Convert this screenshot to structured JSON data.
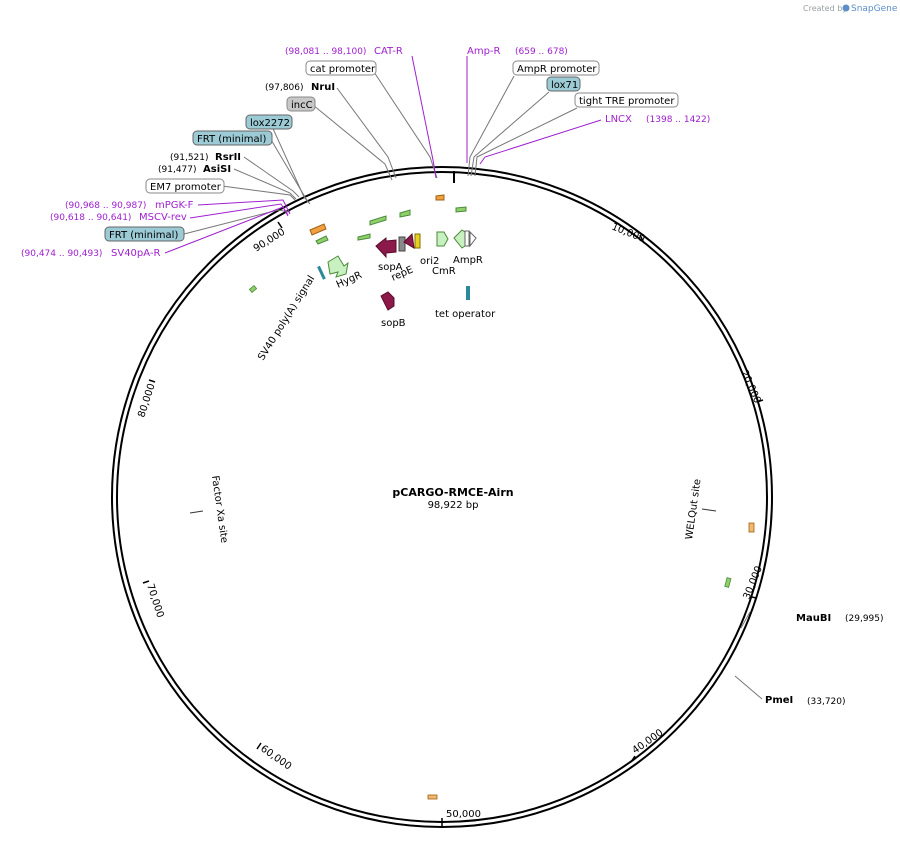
{
  "credit": {
    "prefix": "Created by",
    "brand": "SnapGene"
  },
  "plasmid": {
    "name": "pCARGO-RMCE-Airn",
    "length_label": "98,922 bp"
  },
  "ticks": [
    "10,000",
    "20,000",
    "30,000",
    "40,000",
    "50,000",
    "60,000",
    "70,000",
    "80,000",
    "90,000"
  ],
  "enzymes": [
    {
      "name": "NruI",
      "pos": "(97,806)"
    },
    {
      "name": "RsrII",
      "pos": "(91,521)"
    },
    {
      "name": "AsiSI",
      "pos": "(91,477)"
    },
    {
      "name": "MauBI",
      "pos": "(29,995)"
    },
    {
      "name": "PmeI",
      "pos": "(33,720)"
    }
  ],
  "primers": [
    {
      "name": "CAT-R",
      "pos": "(98,081 .. 98,100)"
    },
    {
      "name": "Amp-R",
      "pos": "(659 .. 678)"
    },
    {
      "name": "LNCX",
      "pos": "(1398 .. 1422)"
    },
    {
      "name": "mPGK-F",
      "pos": "(90,968 .. 90,987)"
    },
    {
      "name": "MSCV-rev",
      "pos": "(90,618 .. 90,641)"
    },
    {
      "name": "SV40pA-R",
      "pos": "(90,474 .. 90,493)"
    }
  ],
  "boxed_features": [
    {
      "name": "cat promoter",
      "fill": "#ffffff"
    },
    {
      "name": "incC",
      "fill": "#c8c8c8"
    },
    {
      "name": "lox2272",
      "fill": "#9ccbd6"
    },
    {
      "name": "FRT (minimal)",
      "fill": "#9ccbd6"
    },
    {
      "name": "EM7 promoter",
      "fill": "#ffffff"
    },
    {
      "name": "FRT (minimal)",
      "fill": "#9ccbd6"
    },
    {
      "name": "AmpR promoter",
      "fill": "#ffffff"
    },
    {
      "name": "lox71",
      "fill": "#9ccbd6"
    },
    {
      "name": "tight TRE promoter",
      "fill": "#ffffff"
    }
  ],
  "features": [
    {
      "name": "HygR"
    },
    {
      "name": "sopA"
    },
    {
      "name": "repE"
    },
    {
      "name": "ori2"
    },
    {
      "name": "CmR"
    },
    {
      "name": "AmpR"
    },
    {
      "name": "sopB"
    },
    {
      "name": "tet operator"
    },
    {
      "name": "SV40 poly(A) signal"
    },
    {
      "name": "Factor Xa site"
    },
    {
      "name": "WELQut site"
    }
  ],
  "colors": {
    "primer": "#a020d0",
    "maroon_feature": "#8b1a4a",
    "green_feature": "#c8f0c0",
    "green_outline": "#4a8a3a",
    "teal_feature": "#2a8a9a",
    "orange_feature": "#f0b870",
    "yellow_feature": "#e8d020"
  }
}
